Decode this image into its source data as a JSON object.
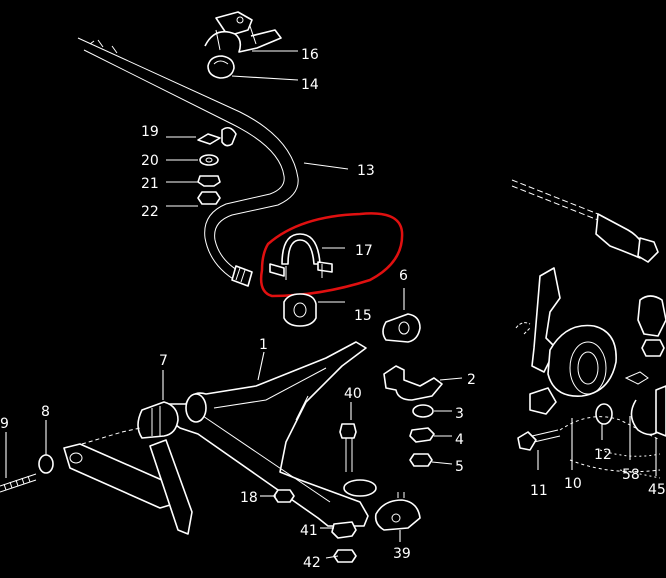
{
  "parts": {
    "p1": "1",
    "p2": "2",
    "p3": "3",
    "p4": "4",
    "p5": "5",
    "p6": "6",
    "p7": "7",
    "p8": "8",
    "p9": "9",
    "p10": "10",
    "p11": "11",
    "p12": "12",
    "p13": "13",
    "p14": "14",
    "p15": "15",
    "p16": "16",
    "p17": "17",
    "p18": "18",
    "p19": "19",
    "p20": "20",
    "p21": "21",
    "p22": "22",
    "p39": "39",
    "p40": "40",
    "p41": "41",
    "p42": "42",
    "p45": "45",
    "p58": "58"
  },
  "colors": {
    "background": "#000000",
    "lines": "#ffffff",
    "highlight": "#e01010"
  }
}
